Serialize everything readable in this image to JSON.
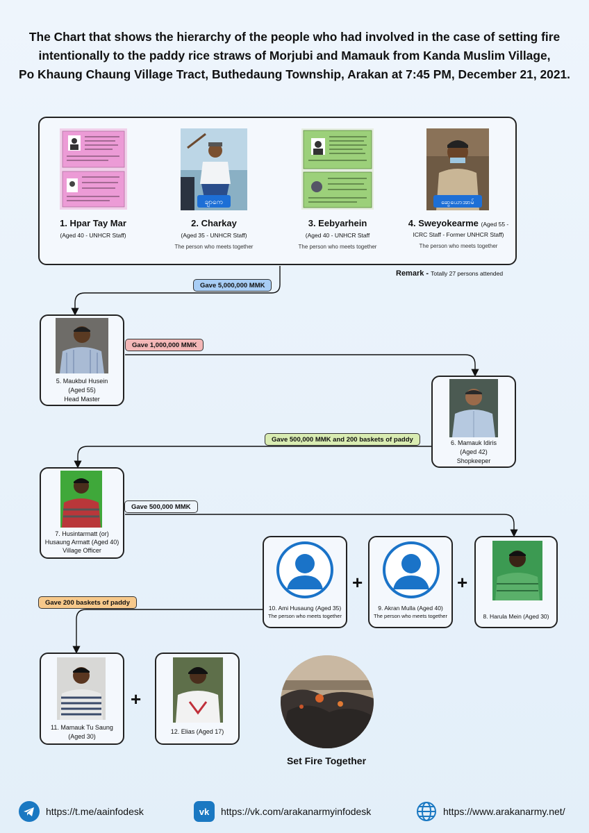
{
  "title": {
    "line1": "The Chart that shows the hierarchy of the people who had involved in the case of setting fire",
    "line2": "intentionally to the paddy rice straws of Morjubi and Mamauk from Kanda Muslim Village,",
    "line3": "Po Khaung Chaung Village Tract, Buthedaung Township, Arakan at 7:45 PM, December 21, 2021."
  },
  "top_group": [
    {
      "name": "1. Hpar Tay Mar",
      "detail": "(Aged 40 - UNHCR Staff)",
      "note": ""
    },
    {
      "name": "2. Charkay",
      "detail": "(Aged 35 - UNHCR Staff)",
      "note": "The person who meets together",
      "photo_label": "ချာကေ"
    },
    {
      "name": "3. Eebyarhein",
      "detail": "(Aged 40 - UNHCR Staff",
      "note": "The person who meets together"
    },
    {
      "name": "4. Sweyokearme",
      "detail_inline": "(Aged 55 -",
      "detail2": "ICRC Staff - Former UNHCR Staff)",
      "note": "The person who meets together",
      "photo_label": "ဆွေယောအာမ်"
    }
  ],
  "remark": {
    "label": "Remark -",
    "text": "Totally 27 persons attended"
  },
  "transfers": [
    {
      "text": "Gave 5,000,000 MMK",
      "color": "#a8cdf5"
    },
    {
      "text": "Gave 1,000,000 MMK",
      "color": "#f3b7b7"
    },
    {
      "text": "Gave 500,000 MMK and 200 baskets of paddy",
      "color": "#d9ecb2"
    },
    {
      "text": "Gave 500,000 MMK",
      "color": "#eef5fc"
    },
    {
      "text": "Gave 200 baskets of paddy",
      "color": "#f7c98b"
    }
  ],
  "persons": {
    "p5": {
      "line1": "5. Maukbul Husein",
      "line2": "(Aged 55)",
      "line3": "Head Master"
    },
    "p6": {
      "line1": "6. Mamauk Idiris",
      "line2": "(Aged 42)",
      "line3": "Shopkeeper"
    },
    "p7": {
      "line1": "7. Husintarmatt (or)",
      "line2": "Husaung Armatt (Aged 40)",
      "line3": "Village Officer"
    },
    "p8": {
      "line1": "8. Harula Mein (Aged 30)"
    },
    "p9": {
      "line1": "9. Akran Mulla (Aged 40)",
      "line2": "The person who meets together"
    },
    "p10": {
      "line1": "10. Ami Husaung (Aged 35)",
      "line2": "The person who meets together"
    },
    "p11": {
      "line1": "11. Mamauk Tu Saung",
      "line2": "(Aged 30)"
    },
    "p12": {
      "line1": "12. Elias (Aged 17)"
    }
  },
  "plus_sign": "+",
  "fire_label": "Set Fire Together",
  "footer": [
    {
      "icon": "telegram-icon",
      "text": "https://t.me/aainfodesk"
    },
    {
      "icon": "vk-icon",
      "text": "https://vk.com/arakanarmyinfodesk"
    },
    {
      "icon": "globe-icon",
      "text": "https://www.arakanarmy.net/"
    }
  ],
  "colors": {
    "accent_blue": "#1a78c2",
    "avatar_blue": "#1a73c8"
  }
}
